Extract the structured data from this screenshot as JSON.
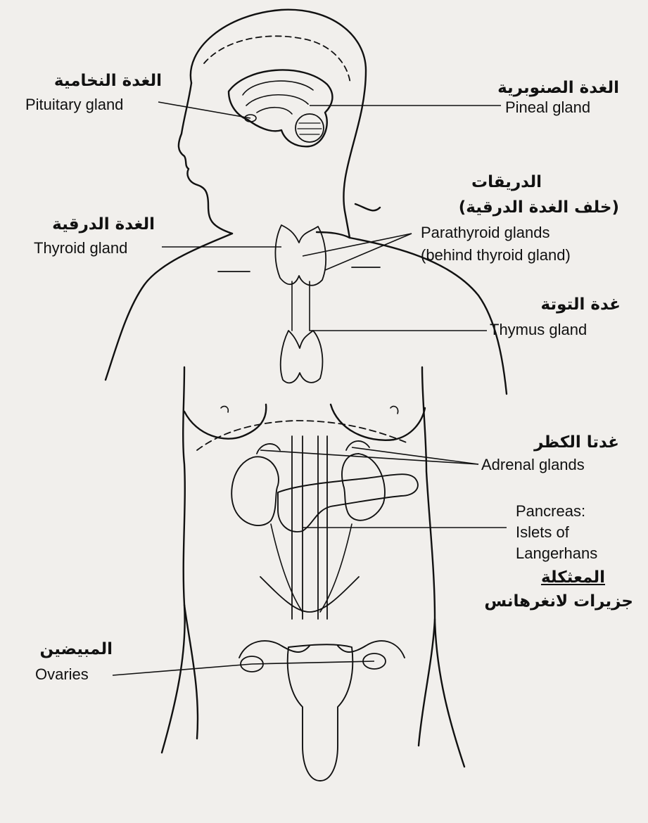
{
  "labels": {
    "pituitary_ar": "الغدة النخامية",
    "pituitary_en": "Pituitary gland",
    "pineal_ar": "الغدة الصنوبرية",
    "pineal_en": "Pineal gland",
    "parathyroid_ar_1": "الدريقات",
    "parathyroid_ar_2": "(خلف الغدة الدرقية)",
    "parathyroid_en_1": "Parathyroid glands",
    "parathyroid_en_2": "(behind thyroid gland)",
    "thyroid_ar": "الغدة الدرقية",
    "thyroid_en": "Thyroid gland",
    "thymus_ar": "غدة التوتة",
    "thymus_en": "Thymus gland",
    "adrenal_ar": "غدتا الكظر",
    "adrenal_en": "Adrenal glands",
    "pancreas_en_1": "Pancreas:",
    "pancreas_en_2": "Islets of",
    "pancreas_en_3": "Langerhans",
    "pancreas_ar_1": "المعثكلة",
    "pancreas_ar_2": "جزيرات لانغرهانس",
    "ovaries_ar": "المبيضين",
    "ovaries_en": "Ovaries"
  },
  "colors": {
    "paper": "#f1efec",
    "ink": "#111111",
    "show_through": "#d8d4cf"
  }
}
